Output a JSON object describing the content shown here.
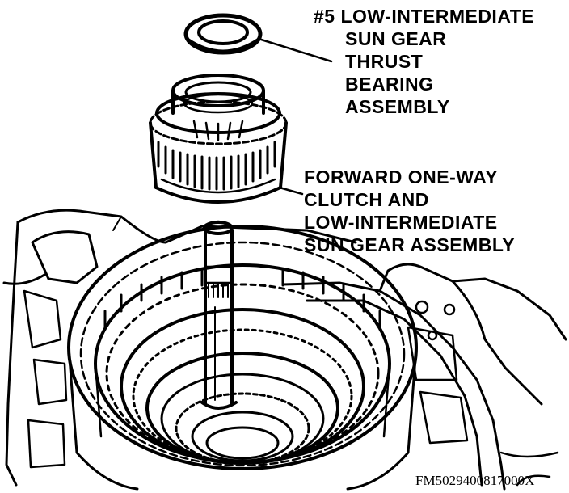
{
  "callouts": {
    "bearing": {
      "lines": [
        "#5 LOW-INTERMEDIATE",
        "SUN GEAR",
        "THRUST",
        "BEARING",
        "ASSEMBLY"
      ]
    },
    "clutch": {
      "lines": [
        "FORWARD ONE-WAY",
        "CLUTCH AND",
        "LOW-INTERMEDIATE",
        "SUN GEAR ASSEMBLY"
      ]
    }
  },
  "figure_code": "FM5029400817000X",
  "colors": {
    "ink": "#000000",
    "paper": "#ffffff"
  }
}
